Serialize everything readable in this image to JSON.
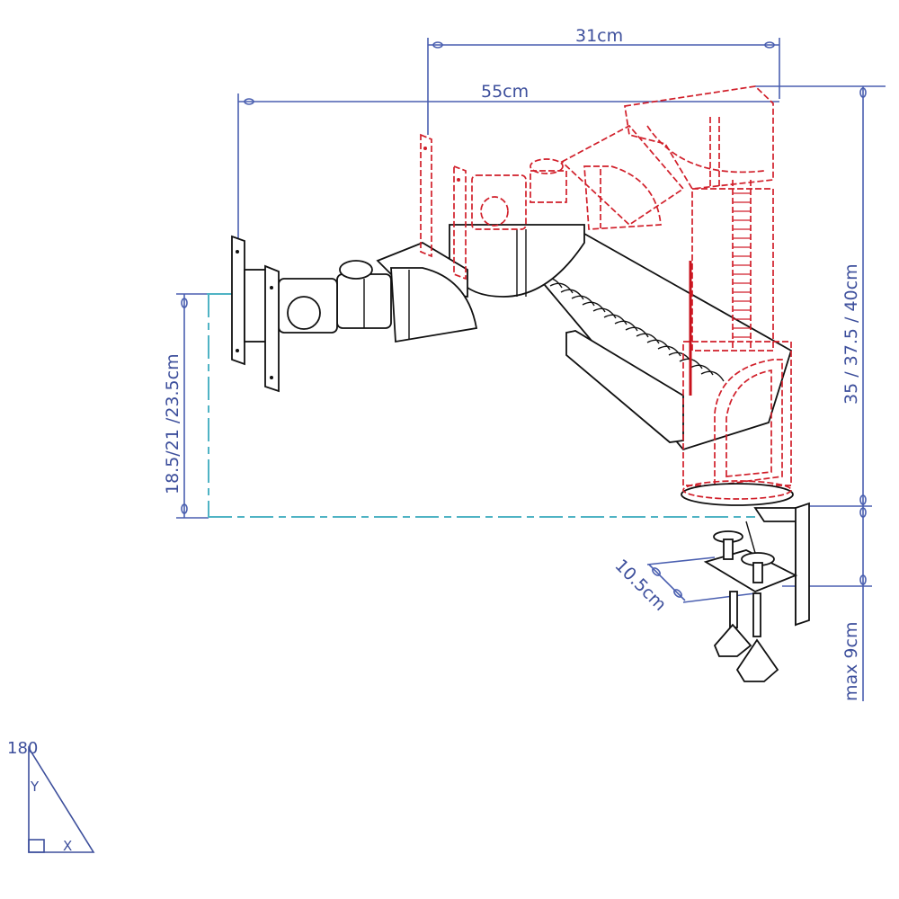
{
  "diagram": {
    "title": "Monitor arm dimension drawing",
    "colors": {
      "dimension": "#4a5fb0",
      "dimension_text": "#3d4f9c",
      "extended_position": "#d11f2a",
      "retracted_position": "#111111",
      "desk_reference_line": "#4fb3c4"
    },
    "dimensions": {
      "top_width": "31cm",
      "reach": "55cm",
      "height": "35  /  37.5  /  40cm",
      "vesa_height": "18.5/21 /23.5cm",
      "clamp_depth": "10.5cm",
      "clamp_thickness": "max  9cm"
    },
    "legend": {
      "angle_label": "180",
      "angle_y": "Y",
      "angle_x": "X"
    },
    "components": [
      "vesa-mount-plate",
      "tilt-joint",
      "swivel-joint",
      "gas-spring-arm",
      "pole",
      "base",
      "desk-clamp"
    ]
  }
}
